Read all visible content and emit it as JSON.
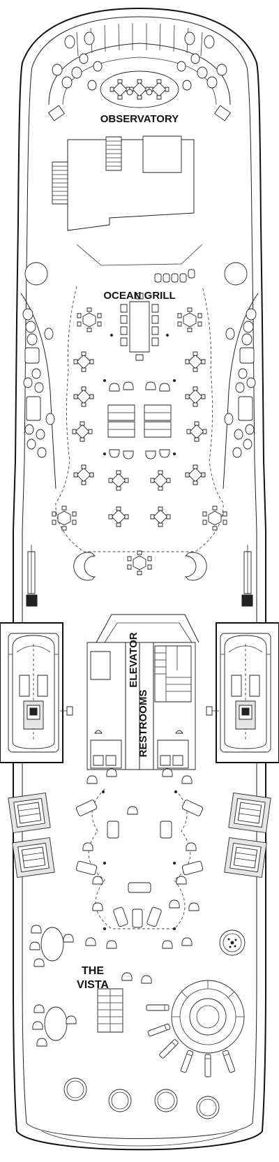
{
  "deck_plan": {
    "labels": {
      "observatory": "OBSERVATORY",
      "ocean_grill": "OCEAN GRILL",
      "elevator": "ELEVATOR",
      "restrooms": "RESTROOMS",
      "vista_line1": "THE",
      "vista_line2": "VISTA"
    }
  }
}
